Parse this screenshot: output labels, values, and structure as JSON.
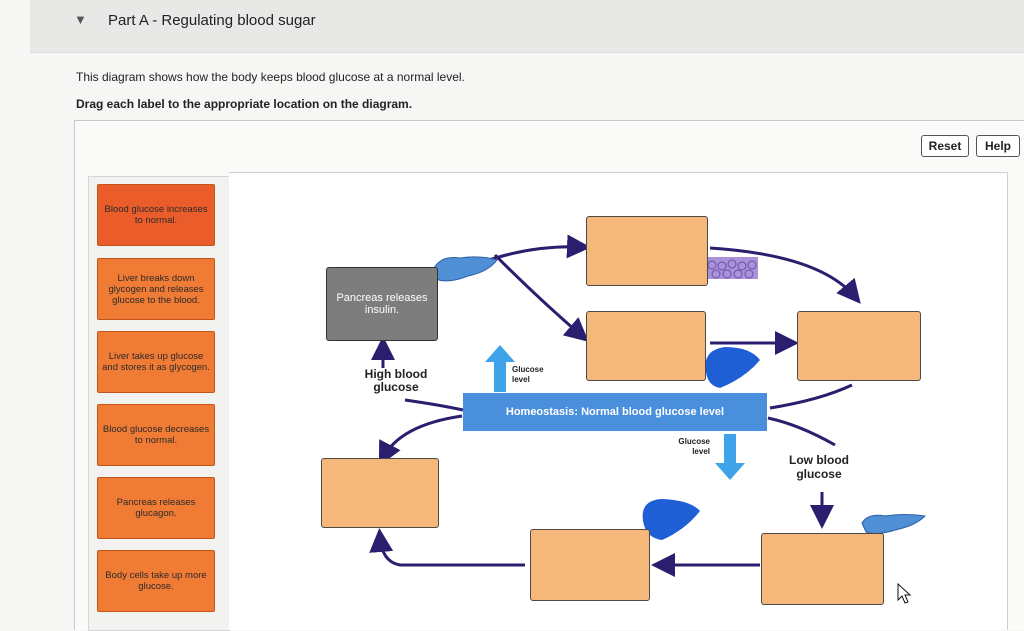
{
  "header": {
    "title": "Part A - Regulating blood sugar",
    "caret": "▼"
  },
  "intro": "This diagram shows how the body keeps blood glucose at a normal level.",
  "instruction": "Drag each label to the appropriate location on the diagram.",
  "buttons": {
    "reset": "Reset",
    "help": "Help"
  },
  "labels": [
    {
      "text": "Blood glucose increases to normal.",
      "color": "#ea5d2b"
    },
    {
      "text": "Liver breaks down glycogen and releases glucose to the blood.",
      "color": "#f07b35"
    },
    {
      "text": "Liver takes up glucose and stores it as glycogen.",
      "color": "#f07b35"
    },
    {
      "text": "Blood glucose decreases to normal.",
      "color": "#f07b35"
    },
    {
      "text": "Pancreas releases glucagon.",
      "color": "#f07b35"
    },
    {
      "text": "Body cells take up more glucose.",
      "color": "#f07b35"
    }
  ],
  "diagram": {
    "pancreas_box": "Pancreas releases insulin.",
    "high_blood_glucose": "High blood glucose",
    "low_blood_glucose": "Low blood glucose",
    "glucose_level_up": "Glucose level",
    "glucose_level_down": "Glucose level",
    "homeostasis": "Homeostasis: Normal blood glucose level"
  },
  "colors": {
    "arrow": "#2a1f6e",
    "blue_arrow": "#3ea3e8",
    "drop_zone": "#f6b77b",
    "homeostasis_bar": "#4a8fdb",
    "liver": "#1f5fd6",
    "pancreas": "#4f8fd6"
  },
  "icons": [
    "pancreas-icon",
    "liver-icon",
    "body-cells-icon",
    "mouse-pointer-icon"
  ]
}
